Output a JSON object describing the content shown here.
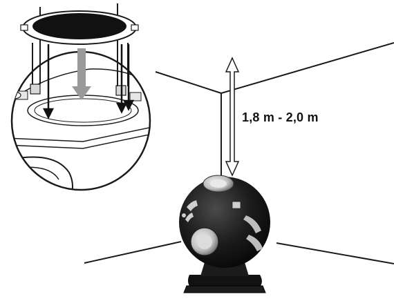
{
  "diagram": {
    "height_label": "1,8 m - 2,0 m",
    "colors": {
      "line": "#1a1a1a",
      "projector_body": "#1c1c1c",
      "projector_highlight": "#bdbdbd",
      "ring_dark": "#111111",
      "gray_arrow": "#9a9a9a",
      "background": "#ffffff"
    },
    "parts": [
      {
        "name": "ceiling-mount-ring"
      },
      {
        "name": "room-corner-walls"
      },
      {
        "name": "height-dimension-arrow"
      },
      {
        "name": "planetarium-projector"
      }
    ]
  }
}
